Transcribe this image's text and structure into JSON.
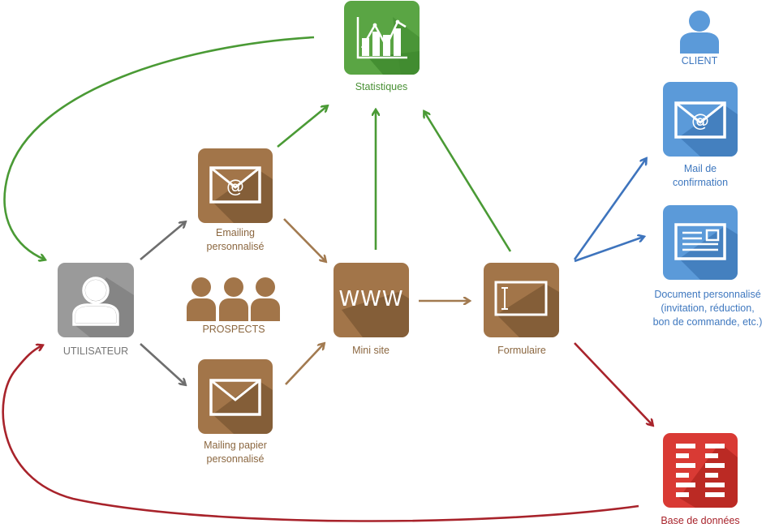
{
  "nodes": {
    "statistiques": {
      "label": "Statistiques",
      "color": "#5aa544",
      "icon": "chart-icon"
    },
    "client": {
      "label": "CLIENT",
      "color": "#5b9ad9",
      "icon": "person-icon"
    },
    "mail_confirmation": {
      "label_line1": "Mail de",
      "label_line2": "confirmation",
      "color": "#5b9ad9",
      "icon": "email-at-icon"
    },
    "document": {
      "label_line1": "Document personnalisé",
      "label_line2": "(invitation, réduction,",
      "label_line3": "bon de commande, etc.)",
      "color": "#5b9ad9",
      "icon": "document-icon"
    },
    "emailing": {
      "label_line1": "Emailing",
      "label_line2": "personnalisé",
      "color": "#a27549",
      "icon": "email-at-icon"
    },
    "utilisateur": {
      "label": "UTILISATEUR",
      "color": "#9a9a9a",
      "icon": "user-icon"
    },
    "prospects": {
      "label": "PROSPECTS",
      "color": "#a27549",
      "icon": "group-icon"
    },
    "mini_site": {
      "label": "Mini site",
      "tile_text": "WWW",
      "color": "#a27549",
      "icon": "www-icon"
    },
    "formulaire": {
      "label": "Formulaire",
      "color": "#a27549",
      "icon": "form-icon"
    },
    "mailing_papier": {
      "label_line1": "Mailing papier",
      "label_line2": "personnalisé",
      "color": "#a27549",
      "icon": "envelope-icon"
    },
    "base_donnees": {
      "label": "Base de données",
      "color": "#d93a34",
      "icon": "database-icon"
    }
  },
  "edge_colors": {
    "green": "#4a9a35",
    "grey": "#6e6e6e",
    "brown": "#a27a50",
    "blue": "#3e74bd",
    "red": "#a8232b"
  }
}
